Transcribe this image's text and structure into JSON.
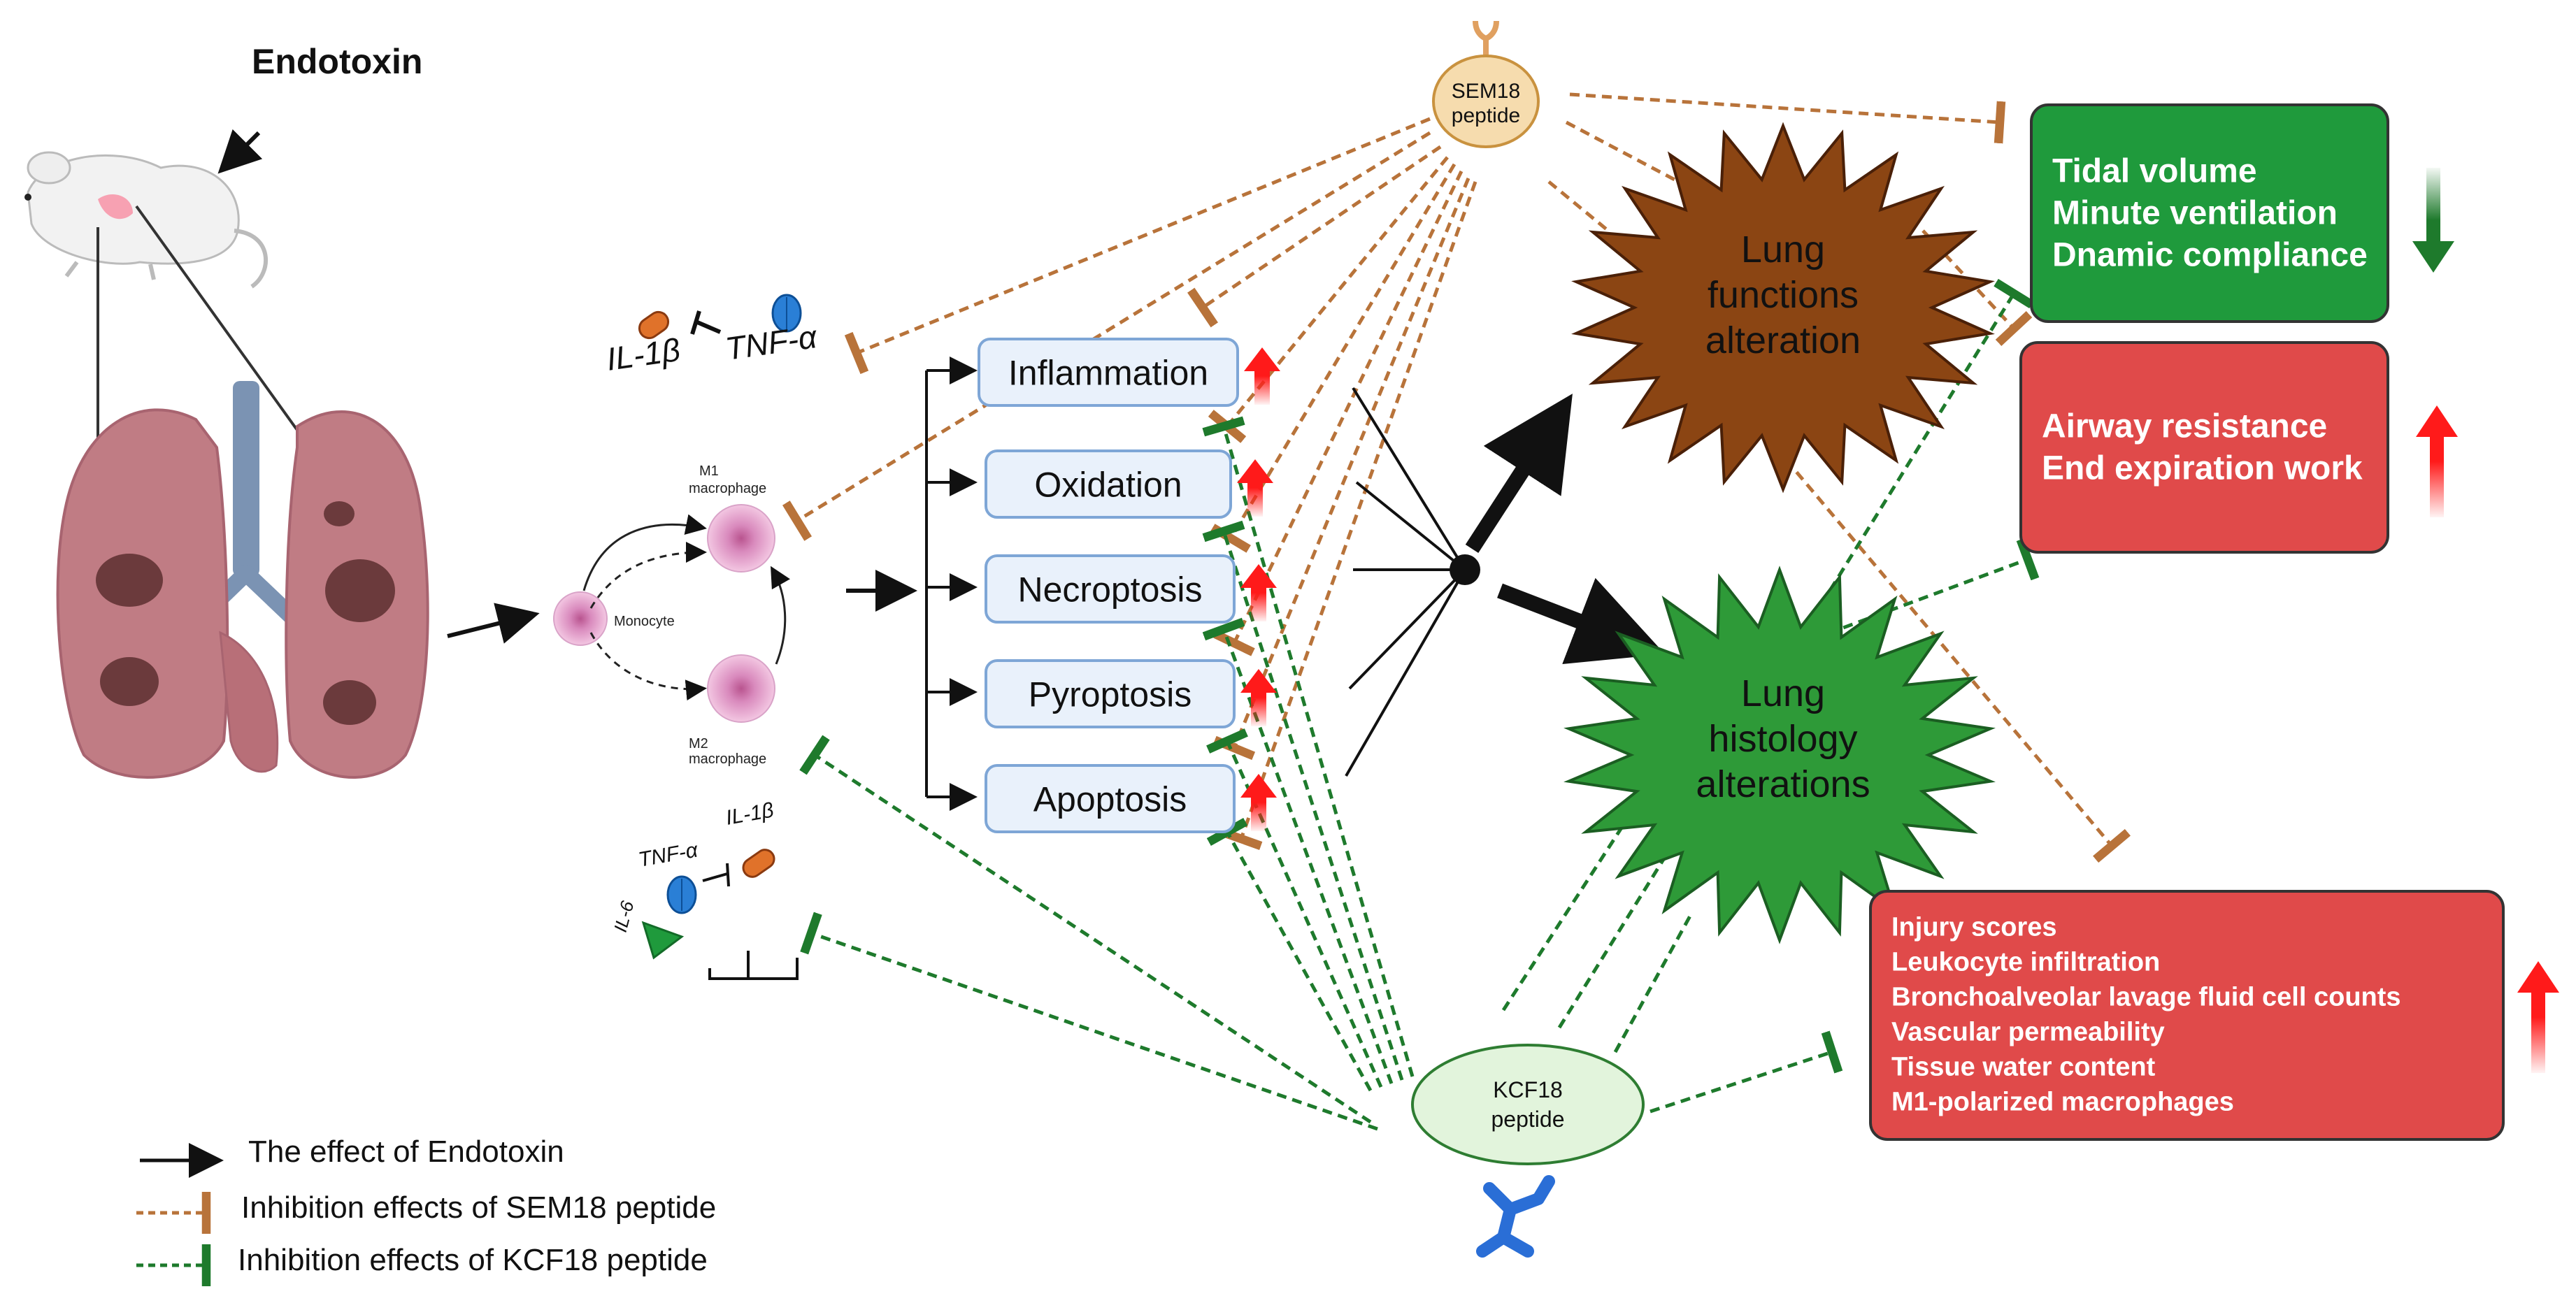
{
  "stimulus": {
    "label": "Endotoxin"
  },
  "cytokines_top": {
    "il1b": "IL-1β",
    "tnfa": "TNF-α"
  },
  "cells": {
    "m1": [
      "M1",
      "macrophage"
    ],
    "m2": [
      "M2",
      "macrophage"
    ],
    "monocyte": "Monocyte"
  },
  "cytokines_bottom": {
    "tnfa": "TNF-α",
    "il1b": "IL-1β",
    "il6": "IL-6"
  },
  "processes": [
    "Inflammation",
    "Oxidation",
    "Necroptosis",
    "Pyroptosis",
    "Apoptosis"
  ],
  "sem18": [
    "SEM18",
    "peptide"
  ],
  "kcf18": [
    "KCF18",
    "peptide"
  ],
  "lung_functions": [
    "Lung",
    "functions",
    "alteration"
  ],
  "lung_histology": [
    "Lung",
    "histology",
    "alterations"
  ],
  "boxes": {
    "function_down": {
      "lines": [
        "Tidal volume",
        "Minute ventilation",
        "Dnamic compliance"
      ],
      "color": "#1f9a3c",
      "trend": "down"
    },
    "function_up": {
      "lines": [
        "Airway resistance",
        "End expiration work"
      ],
      "color": "#e04a4a",
      "trend": "up"
    },
    "histology_up": {
      "lines": [
        "Injury scores",
        "Leukocyte infiltration",
        "Bronchoalveolar lavage fluid cell counts",
        "Vascular permeability",
        "Tissue water content",
        "M1-polarized macrophages"
      ],
      "color": "#e04a4a",
      "trend": "up"
    }
  },
  "legend": {
    "endotoxin_effect": "The effect of Endotoxin",
    "sem18_inhibition": "Inhibition effects of SEM18 peptide",
    "kcf18_inhibition": "Inhibition effects of KCF18 peptide"
  },
  "colors": {
    "sem18_line": "#b8733a",
    "kcf18_line": "#1e7a2c",
    "process_box_fill": "#e9f1fb",
    "process_box_stroke": "#7ea6d6",
    "lung_functions_star": "#8b4513",
    "lung_histology_star": "#2e9a38",
    "up_arrow": "#ff1a1a",
    "down_arrow": "#1e7a2c"
  }
}
